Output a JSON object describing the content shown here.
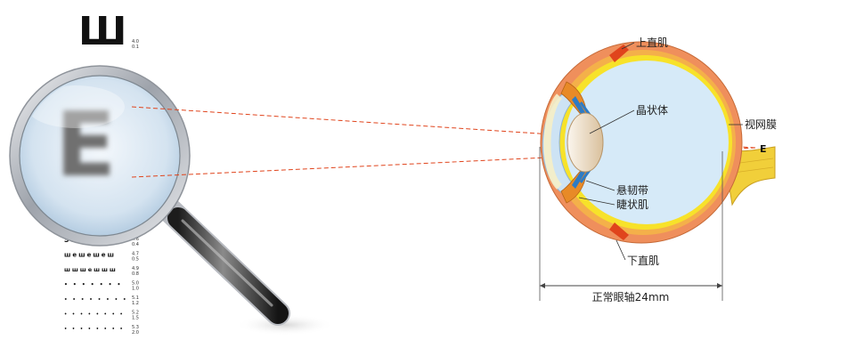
{
  "chart": {
    "top_letter": "Ш",
    "top_value": "4.0",
    "top_unit": "0.1",
    "magnified_letter": "E",
    "rows": [
      {
        "symbols": "ЭШЕШЭШ",
        "value": "4.6",
        "unit": "0.4"
      },
      {
        "symbols": "шешешеш",
        "value": "4.7",
        "unit": "0.5"
      },
      {
        "symbols": "шшшешшш",
        "value": "4.9",
        "unit": "0.8"
      },
      {
        "symbols": "• • • • • • •",
        "value": "5.0",
        "unit": "1.0"
      },
      {
        "symbols": "• • • • • • • •",
        "value": "5.1",
        "unit": "1.2"
      },
      {
        "symbols": "• • • • • • • •",
        "value": "5.2",
        "unit": "1.5"
      },
      {
        "symbols": "• • • • • • • •",
        "value": "5.3",
        "unit": "2.0"
      }
    ]
  },
  "eye": {
    "labels": {
      "superior_rectus": "上直肌",
      "lens": "晶状体",
      "retina": "视网膜",
      "zonule": "悬韧带",
      "ciliary": "睫状肌",
      "inferior_rectus": "下直肌"
    },
    "axis_label": "正常眼轴24mm",
    "image_letter": "E"
  },
  "colors": {
    "sclera": "#ef8f5c",
    "choroid": "#f4b04a",
    "retina": "#f7e22a",
    "vitreous": "#d6eaf8",
    "lens": "#eddcc3",
    "ciliary": "#e88a27",
    "zonule": "#2e7bc4",
    "cornea": "#cde3f4",
    "ray": "#e0441c",
    "nerve": "#f1cf3a",
    "ring": "#b8bcc4",
    "handle": "#2c2c2c"
  }
}
